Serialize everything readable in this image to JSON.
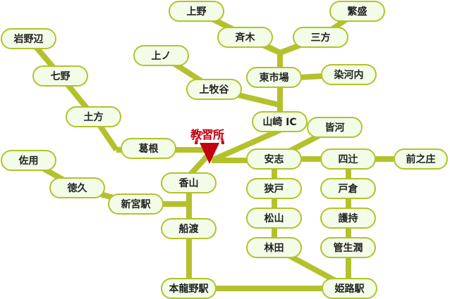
{
  "school_label": "教習所",
  "colors": {
    "line": "#b3c22c",
    "node_fill": "#f2fce8",
    "marker": "#c40010"
  },
  "stations": [
    "上野",
    "繁盛",
    "斉木",
    "三方",
    "岩野辺",
    "上ノ",
    "七野",
    "東市場",
    "染河内",
    "上牧谷",
    "土方",
    "山崎 IC",
    "皆河",
    "葛根",
    "安志",
    "四辻",
    "前之庄",
    "佐用",
    "香山",
    "徳久",
    "新宮駅",
    "狭戸",
    "戸倉",
    "松山",
    "護持",
    "船渡",
    "林田",
    "管生潤",
    "本龍野駅",
    "姫路駅"
  ]
}
